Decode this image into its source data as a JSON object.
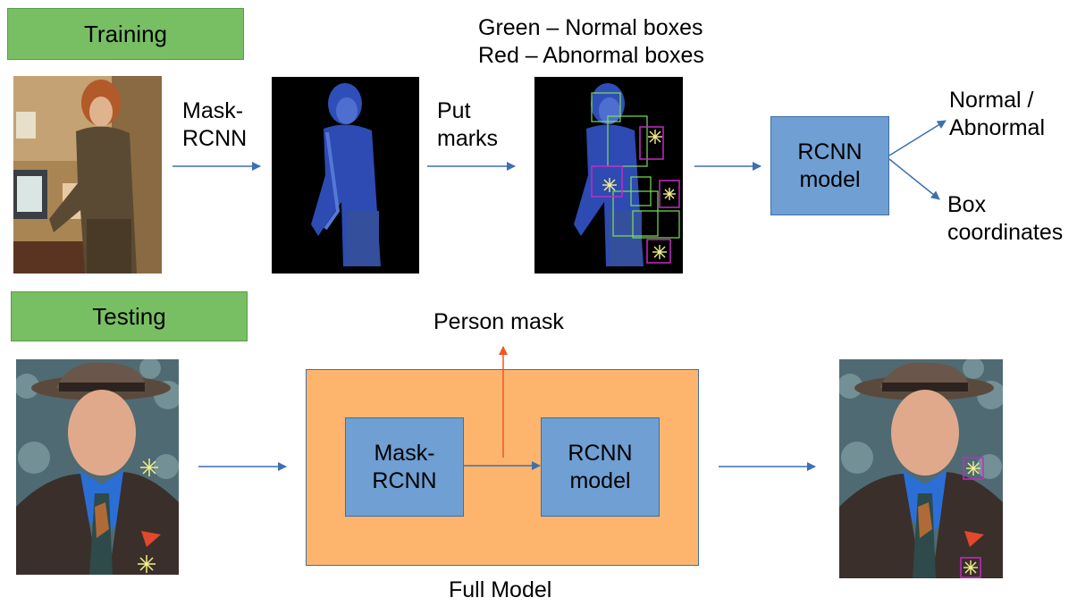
{
  "training": {
    "label": "Training"
  },
  "testing": {
    "label": "Testing"
  },
  "legend": {
    "line1": "Green – Normal boxes",
    "line2": "Red – Abnormal boxes"
  },
  "steps": {
    "maskrcnn_line1": "Mask-",
    "maskrcnn_line2": "RCNN",
    "putmarks_line1": "Put",
    "putmarks_line2": "marks"
  },
  "rcnn_train": {
    "line1": "RCNN",
    "line2": "model"
  },
  "outputs": {
    "normal_line1": "Normal /",
    "normal_line2": "Abnormal",
    "box_line1": "Box",
    "box_line2": "coordinates"
  },
  "full_model": {
    "label": "Full Model",
    "maskrcnn_line1": "Mask-",
    "maskrcnn_line2": "RCNN",
    "rcnn_line1": "RCNN",
    "rcnn_line2": "model"
  },
  "person_mask": "Person mask",
  "colors": {
    "label_green": "#78bf64",
    "box_blue": "#6f9fd3",
    "full_model_orange": "#fdb56e",
    "arrow_blue": "#3e6fb0",
    "arrow_red": "#f25522",
    "normal_box": "#7de05a",
    "abnormal_box": "#c42ac4",
    "mark": "#f3f08a"
  }
}
